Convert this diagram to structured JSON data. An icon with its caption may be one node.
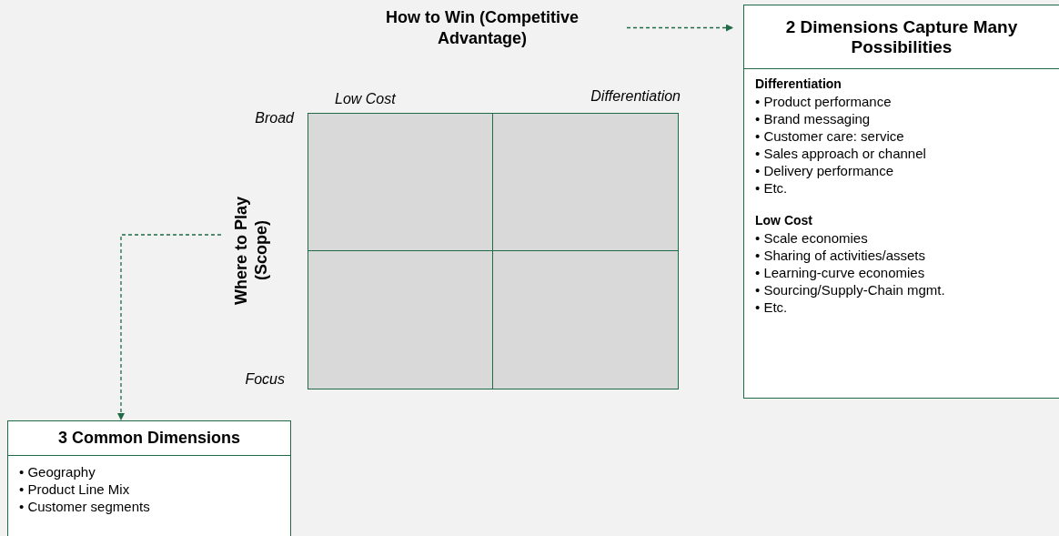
{
  "diagram": {
    "nodes": [
      {
        "text": [
          "How to Win (Competitive Advantage)"
        ]
      },
      {
        "text": [
          "2 Dimensions Capture Many Possibilities",
          "Differentiation",
          "• Product performance",
          "• Brand messaging",
          "• Customer care: service",
          "• Sales approach or channel",
          "• Delivery performance",
          "• Etc.",
          "Low Cost",
          "• Scale economies",
          "• Sharing of activities/assets",
          "• Learning-curve economies",
          "• Sourcing/Supply-Chain mgmt.",
          "• Etc."
        ]
      },
      {
        "text": [
          "Where to Play (Scope)"
        ]
      },
      {
        "text": [
          "3 Common Dimensions",
          "• Geography",
          "• Product Line Mix",
          "• Customer segments"
        ]
      },
      {
        "text": [],
        "shape": "box"
      },
      {
        "text": [],
        "shape": "box"
      },
      {
        "text": [],
        "shape": "box"
      },
      {
        "text": [],
        "shape": "box"
      }
    ],
    "edges": [
      {
        "from": 0,
        "to": 1,
        "arrow": "to",
        "style": "dashed"
      },
      {
        "from": 2,
        "to": 3,
        "arrow": "to",
        "style": "dashed"
      }
    ],
    "labels": [
      "Low Cost",
      "Differentiation",
      "Broad",
      "Focus"
    ]
  }
}
